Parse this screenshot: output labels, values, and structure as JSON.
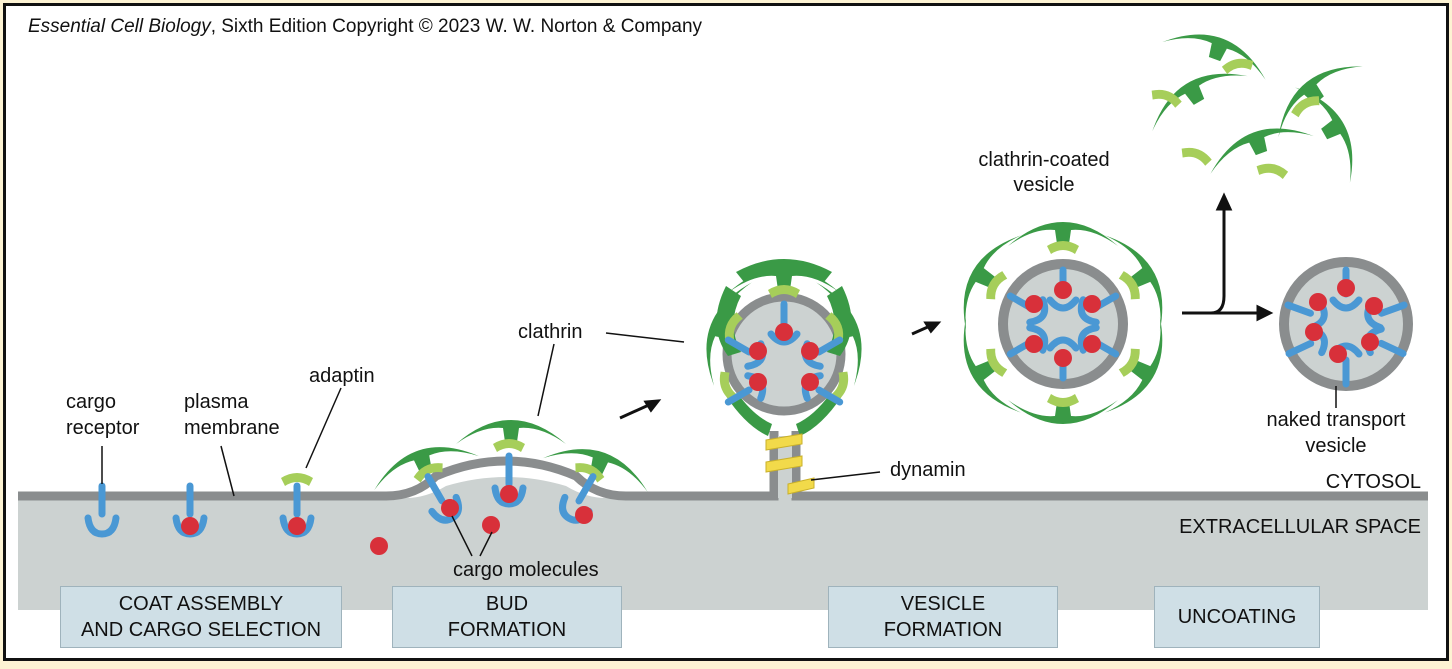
{
  "copyright": {
    "book_title": "Essential Cell Biology",
    "rest": ", Sixth Edition Copyright © 2023 W. W. Norton & Company"
  },
  "labels": {
    "cargo_receptor": [
      "cargo",
      "receptor"
    ],
    "plasma_membrane": [
      "plasma",
      "membrane"
    ],
    "adaptin": "adaptin",
    "clathrin": "clathrin",
    "dynamin": "dynamin",
    "clathrin_coated_vesicle": [
      "clathrin-coated",
      "vesicle"
    ],
    "naked_transport_vesicle": [
      "naked transport",
      "vesicle"
    ],
    "cargo_molecules": "cargo molecules",
    "cytosol": "CYTOSOL",
    "extracellular_space": "EXTRACELLULAR SPACE"
  },
  "stages": [
    {
      "line1": "COAT ASSEMBLY",
      "line2": "AND CARGO SELECTION"
    },
    {
      "line1": "BUD",
      "line2": "FORMATION"
    },
    {
      "line1": "VESICLE",
      "line2": "FORMATION"
    },
    {
      "line1": "UNCOATING",
      "line2": ""
    }
  ],
  "colors": {
    "background": "#fdf3d3",
    "membrane": "#8a8d8e",
    "extracellular": "#ccd2d1",
    "clathrin": "#3a9a46",
    "adaptin": "#a6ce5a",
    "receptor": "#4a98d4",
    "cargo": "#d8303a",
    "dynamin": "#f2da4a",
    "stage_box": "#cfdfe6"
  }
}
